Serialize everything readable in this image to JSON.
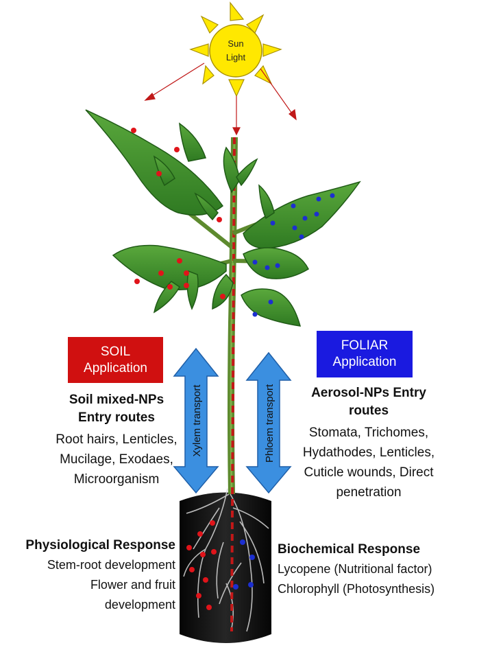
{
  "sun": {
    "line1": "Sun",
    "line2": "Light"
  },
  "soil": {
    "box_line1": "SOIL",
    "box_line2": "Application",
    "title_line1": "Soil mixed-NPs",
    "title_line2": "Entry routes",
    "routes": [
      "Root hairs, Lenticles,",
      "Mucilage, Exodaes,",
      "Microorganism"
    ]
  },
  "foliar": {
    "box_line1": "FOLIAR",
    "box_line2": "Application",
    "title_line1": "Aerosol-NPs Entry",
    "title_line2": "routes",
    "routes": [
      "Stomata, Trichomes,",
      "Hydathodes, Lenticles,",
      "Cuticle wounds, Direct",
      "penetration"
    ]
  },
  "transport": {
    "xylem": "Xylem transport",
    "phloem": "Phloem transport"
  },
  "physiological": {
    "title": "Physiological Response",
    "items": [
      "Stem-root development",
      "Flower and fruit",
      "development"
    ]
  },
  "biochemical": {
    "title": "Biochemical Response",
    "items": [
      "Lycopene (Nutritional factor)",
      "Chlorophyll (Photosynthesis)"
    ]
  },
  "colors": {
    "soil_box": "#d01010",
    "foliar_box": "#1a1ae0",
    "sun": "#ffe800",
    "arrow": "#3b8fe0",
    "leaf": "#3f8f2c",
    "stem": "#5d8a2e",
    "soil": "#111111",
    "np_red": "#e0141a",
    "np_blue": "#1c2fd0"
  }
}
